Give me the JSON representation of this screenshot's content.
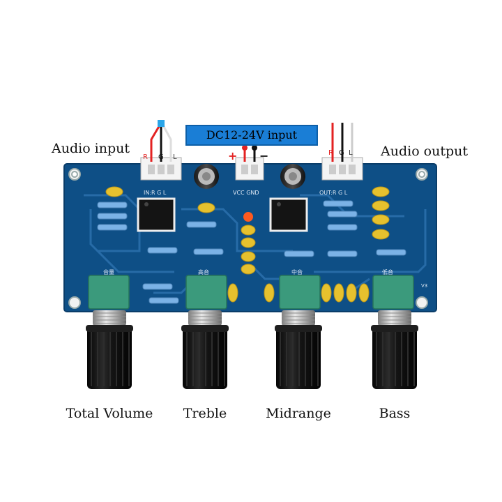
{
  "labels": {
    "audio_input": "Audio input",
    "audio_output": "Audio output",
    "power_input": "DC12-24V input",
    "plus_sign": "+",
    "minus_sign": "−",
    "wire_r": "R",
    "wire_g": "G",
    "wire_l": "L"
  },
  "board_silkscreen": {
    "in_header": "IN:R  G  L",
    "out_header": "OUT:R  G  L",
    "power_header": "VCC GND",
    "ch_volume": "音量",
    "ch_treble": "高音",
    "ch_mid": "中音",
    "ch_bass": "低音",
    "version": "V3"
  },
  "knobs": [
    {
      "name": "knob-total-volume",
      "label": "Total Volume"
    },
    {
      "name": "knob-treble",
      "label": "Treble"
    },
    {
      "name": "knob-midrange",
      "label": "Midrange"
    },
    {
      "name": "knob-bass",
      "label": "Bass"
    }
  ],
  "colors": {
    "pcb": "#0e4f86",
    "pcb_trace": "#2a6fab",
    "pot_green": "#3b9a7c",
    "cap_yellow": "#e6c12e",
    "label_box": "#1a7ed6",
    "wire_red": "#e32222",
    "wire_black": "#111111",
    "wire_white": "#dddddd",
    "led": "#ff5a1f"
  }
}
